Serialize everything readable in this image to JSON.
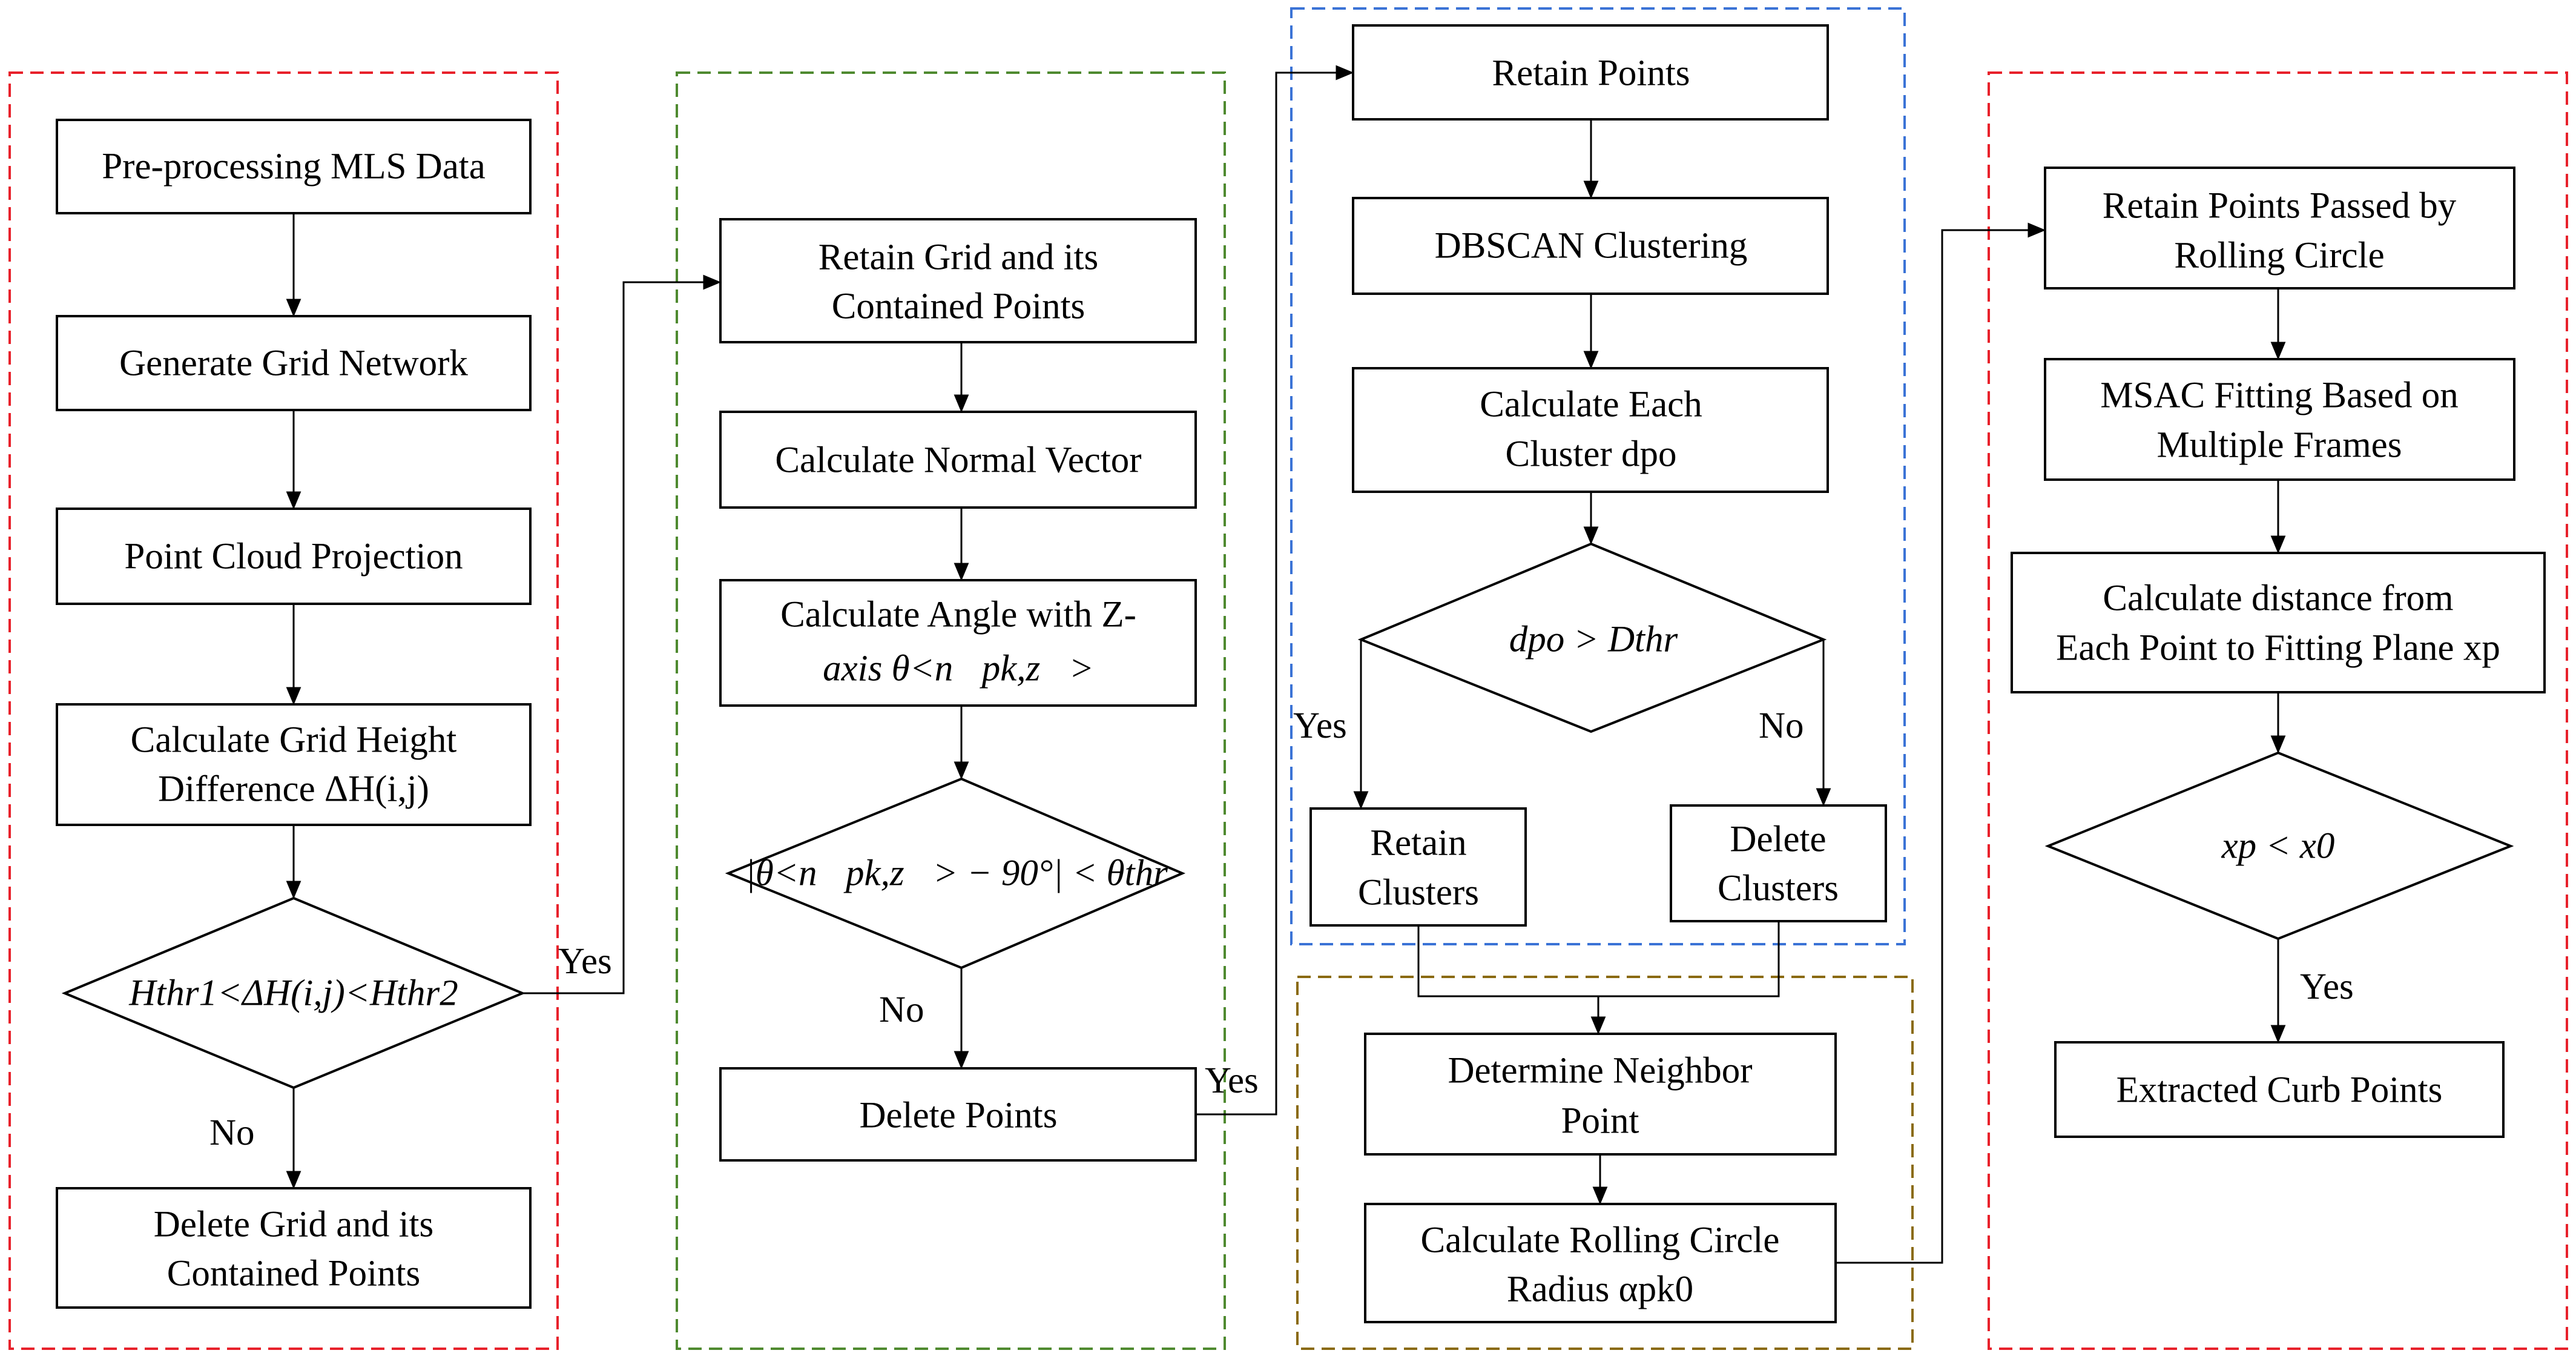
{
  "groups": [
    {
      "id": "g1",
      "color": "#e8212b"
    },
    {
      "id": "g2",
      "color": "#4f8a30"
    },
    {
      "id": "g3",
      "color": "#3b73d6"
    },
    {
      "id": "g4",
      "color": "#8a6a10"
    },
    {
      "id": "g5",
      "color": "#e8212b"
    }
  ],
  "nodes": {
    "preprocess": {
      "lines": [
        "Pre-processing MLS Data"
      ]
    },
    "grid_network": {
      "lines": [
        "Generate Grid Network"
      ]
    },
    "projection": {
      "lines": [
        "Point Cloud Projection"
      ]
    },
    "height_diff": {
      "lines": [
        "Calculate Grid Height",
        "Difference ΔH(i,j)"
      ]
    },
    "height_check": {
      "lines": [
        "Hthr1<ΔH(i,j)<Hthr2"
      ]
    },
    "delete_grid": {
      "lines": [
        "Delete Grid and its",
        "Contained Points"
      ]
    },
    "retain_grid": {
      "lines": [
        "Retain Grid and its",
        "Contained Points"
      ]
    },
    "normal_vector": {
      "lines": [
        "Calculate Normal Vector"
      ]
    },
    "angle_z": {
      "lines": [
        "Calculate Angle with Z-",
        "axis θ<n⃗pk,z⃗>"
      ]
    },
    "angle_check": {
      "lines": [
        "|θ<n⃗pk,z⃗> − 90°| < θthr"
      ]
    },
    "delete_points": {
      "lines": [
        "Delete Points"
      ]
    },
    "retain_points": {
      "lines": [
        "Retain Points"
      ]
    },
    "dbscan": {
      "lines": [
        "DBSCAN Clustering"
      ]
    },
    "cluster_dpo": {
      "lines": [
        "Calculate Each",
        "Cluster dpo"
      ]
    },
    "dpo_check": {
      "lines": [
        "dpo > Dthr"
      ]
    },
    "retain_clusters": {
      "lines": [
        "Retain",
        "Clusters"
      ]
    },
    "delete_clusters": {
      "lines": [
        "Delete",
        "Clusters"
      ]
    },
    "neighbor": {
      "lines": [
        "Determine Neighbor",
        "Point"
      ]
    },
    "rolling_radius": {
      "lines": [
        "Calculate Rolling Circle",
        "Radius αpk0"
      ]
    },
    "retain_rolling": {
      "lines": [
        "Retain Points Passed by",
        "Rolling Circle"
      ]
    },
    "msac": {
      "lines": [
        "MSAC Fitting Based on",
        "Multiple Frames"
      ]
    },
    "distance": {
      "lines": [
        "Calculate  distance from",
        "Each Point to Fitting Plane xp"
      ]
    },
    "xp_check": {
      "lines": [
        "xp < x0"
      ]
    },
    "curb_points": {
      "lines": [
        "Extracted Curb Points"
      ]
    }
  },
  "edges": [
    {
      "id": "e_pre_grid",
      "label": ""
    },
    {
      "id": "e_grid_proj",
      "label": ""
    },
    {
      "id": "e_proj_height",
      "label": ""
    },
    {
      "id": "e_height_check",
      "label": ""
    },
    {
      "id": "e_check_delete",
      "label": "No"
    },
    {
      "id": "e_check_retain",
      "label": "Yes"
    },
    {
      "id": "e_retain_normal",
      "label": ""
    },
    {
      "id": "e_normal_angle",
      "label": ""
    },
    {
      "id": "e_angle_check",
      "label": ""
    },
    {
      "id": "e_anglecheck_delete",
      "label": "No"
    },
    {
      "id": "e_delete_retainpts",
      "label": "Yes"
    },
    {
      "id": "e_retainpts_dbscan",
      "label": ""
    },
    {
      "id": "e_dbscan_dpo",
      "label": ""
    },
    {
      "id": "e_dpo_check",
      "label": ""
    },
    {
      "id": "e_check_retainclusters",
      "label": "Yes"
    },
    {
      "id": "e_check_deleteclusters",
      "label": "No"
    },
    {
      "id": "e_clusters_neighbor",
      "label": ""
    },
    {
      "id": "e_neighbor_radius",
      "label": ""
    },
    {
      "id": "e_radius_retainrolling",
      "label": ""
    },
    {
      "id": "e_rolling_msac",
      "label": ""
    },
    {
      "id": "e_msac_distance",
      "label": ""
    },
    {
      "id": "e_distance_check",
      "label": ""
    },
    {
      "id": "e_check_curb",
      "label": "Yes"
    }
  ]
}
